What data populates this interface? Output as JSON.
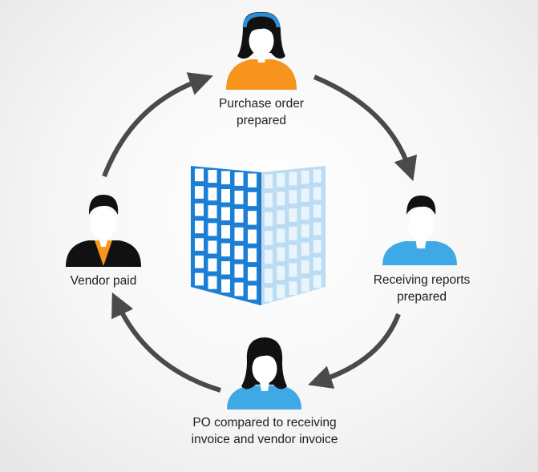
{
  "colors": {
    "background": "#f4f4f4",
    "arrow": "#4a4a4a",
    "orange": "#f7941d",
    "blue": "#3fa9e6",
    "black": "#111111",
    "hair": "#111111",
    "face": "#ffffff",
    "building_left": "#1c7fd6",
    "building_right": "#cfe6f7",
    "window": "#ffffff"
  },
  "nodes": {
    "purchase_order": {
      "line1": "Purchase order",
      "line2": "prepared",
      "icon": "woman-headset-orange-icon"
    },
    "receiving_reports": {
      "line1": "Receiving reports",
      "line2": "prepared",
      "icon": "man-blue-icon"
    },
    "po_compared": {
      "line1": "PO compared to receiving",
      "line2": "invoice and vendor invoice",
      "icon": "woman-blue-icon"
    },
    "vendor_paid": {
      "line1": "Vendor paid",
      "icon": "man-suit-icon"
    }
  },
  "center": {
    "icon": "office-building-icon"
  }
}
